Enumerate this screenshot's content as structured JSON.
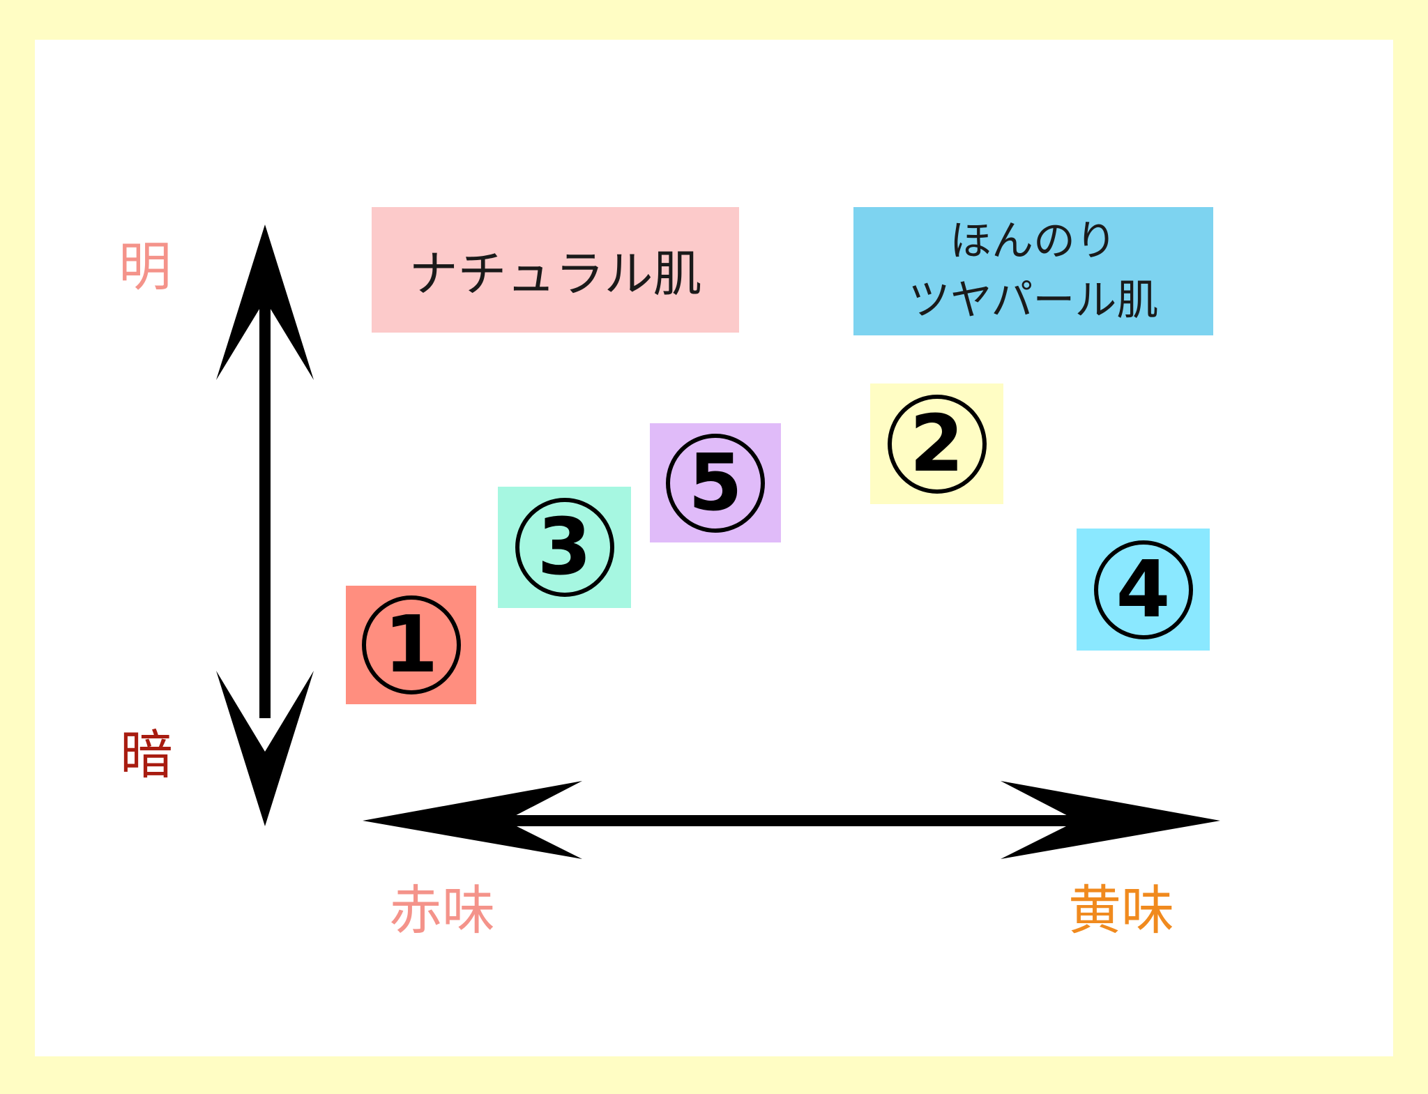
{
  "axes": {
    "vertical": {
      "top_label": "明",
      "bottom_label": "暗"
    },
    "horizontal": {
      "left_label": "赤味",
      "right_label": "黄味"
    }
  },
  "categories": [
    {
      "id": "natural",
      "label": "ナチュラル肌",
      "color": "#FCCACA"
    },
    {
      "id": "tsuya",
      "label_line1": "ほんのり",
      "label_line2": "ツヤパール肌",
      "color": "#7DD3F0"
    }
  ],
  "shades": [
    {
      "number": "1",
      "color": "#FF8E7F"
    },
    {
      "number": "2",
      "color": "#FFFDC4"
    },
    {
      "number": "3",
      "color": "#A6F7E1"
    },
    {
      "number": "4",
      "color": "#8AE8FF"
    },
    {
      "number": "5",
      "color": "#E0BBF9"
    }
  ],
  "colors": {
    "background": "#FFFDC4",
    "panel": "#FFFFFF",
    "arrow": "#000000",
    "bright_label": "#F4938A",
    "dark_label": "#A81C10",
    "red_label": "#F4938A",
    "yellow_label": "#F08A1E"
  }
}
